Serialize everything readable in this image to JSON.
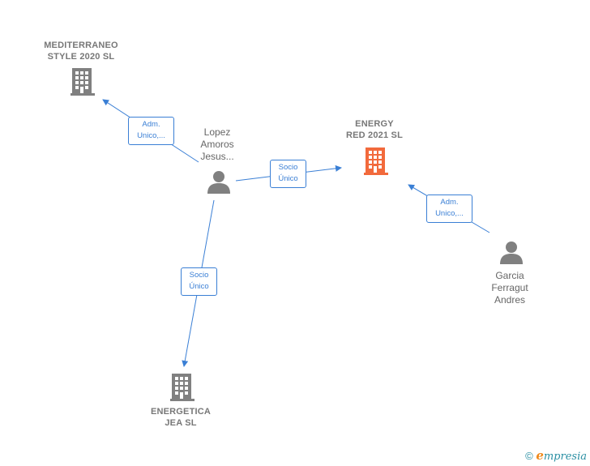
{
  "nodes": {
    "mediterraneo": {
      "line1": "MEDITERRANEO",
      "line2": "STYLE 2020  SL",
      "kind": "company",
      "color": "#808080"
    },
    "energy_red": {
      "line1": "ENERGY",
      "line2": "RED 2021  SL",
      "kind": "company",
      "color": "#f26a3c"
    },
    "energetica": {
      "line1": "ENERGETICA",
      "line2": "JEA  SL",
      "kind": "company",
      "color": "#808080"
    },
    "lopez": {
      "line1": "Lopez",
      "line2": "Amoros",
      "line3": "Jesus...",
      "kind": "person",
      "color": "#808080"
    },
    "garcia": {
      "line1": "Garcia",
      "line2": "Ferragut",
      "line3": "Andres",
      "kind": "person",
      "color": "#808080"
    }
  },
  "edges": [
    {
      "from": "lopez",
      "to": "mediterraneo",
      "line1": "Adm.",
      "line2": "Unico,..."
    },
    {
      "from": "lopez",
      "to": "energy_red",
      "line1": "Socio",
      "line2": "Único"
    },
    {
      "from": "lopez",
      "to": "energetica",
      "line1": "Socio",
      "line2": "Único"
    },
    {
      "from": "garcia",
      "to": "energy_red",
      "line1": "Adm.",
      "line2": "Unico,..."
    }
  ],
  "colors": {
    "edge": "#3a7fd5",
    "highlight": "#f26a3c",
    "neutral": "#808080"
  },
  "footer": {
    "copyright": "©",
    "brand_e": "e",
    "brand_rest": "mpresia"
  }
}
